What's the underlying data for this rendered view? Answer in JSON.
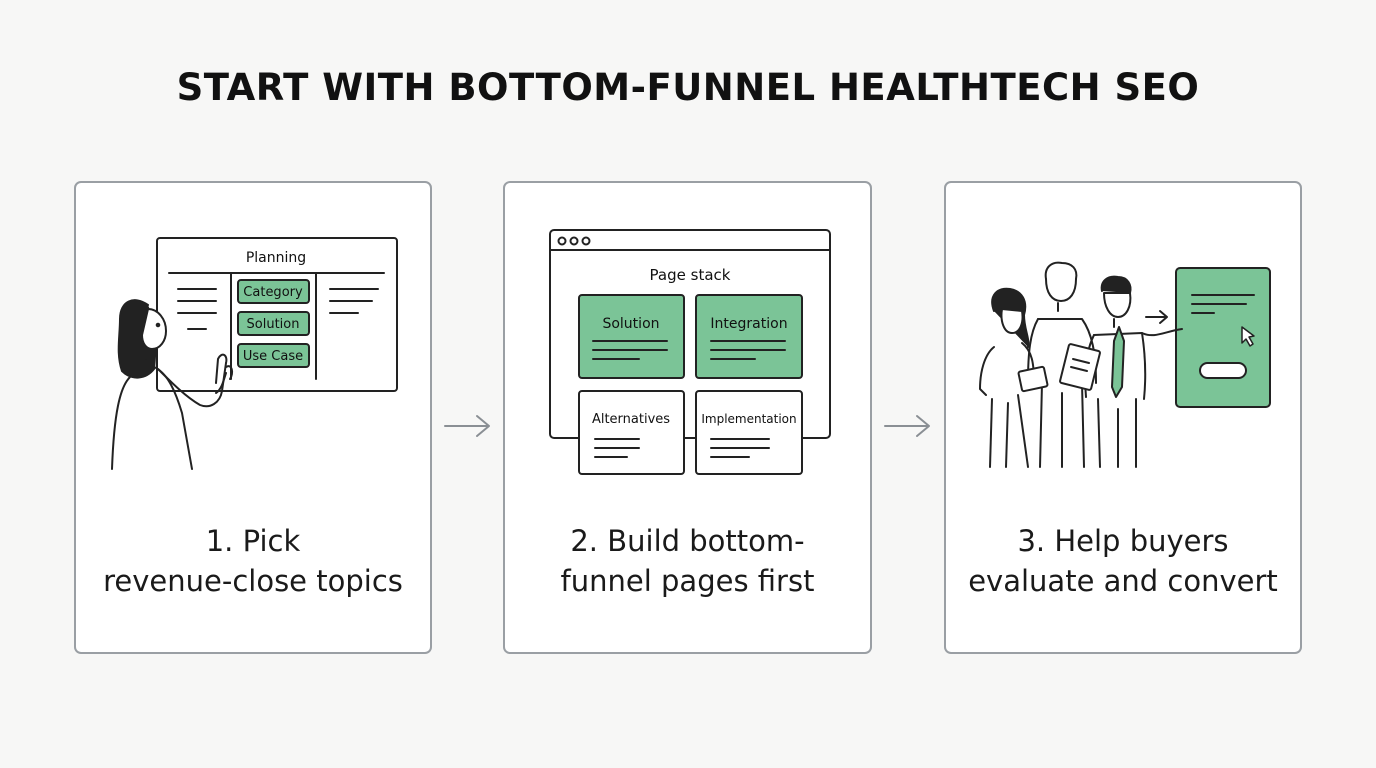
{
  "title": "START WITH BOTTOM-FUNNEL HEALTHTECH SEO",
  "colors": {
    "accent_green": "#7bc497",
    "outline": "#222222",
    "card_border": "#9a9fa4",
    "arrow": "#8a8f94"
  },
  "steps": [
    {
      "caption": "1. Pick\nrevenue-close topics",
      "board_title": "Planning",
      "tags": [
        "Category",
        "Solution",
        "Use Case"
      ],
      "icon": "person-pointing-at-board-icon"
    },
    {
      "caption": "2. Build bottom-\nfunnel pages first",
      "window_title": "Page stack",
      "pages": [
        {
          "label": "Solution",
          "highlight": true
        },
        {
          "label": "Integration",
          "highlight": true
        },
        {
          "label": "Alternatives",
          "highlight": false
        },
        {
          "label": "Implementation",
          "highlight": false
        }
      ],
      "icon": "browser-window-icon"
    },
    {
      "caption": "3. Help buyers\nevaluate and convert",
      "icon": "buyers-group-with-phone-icon"
    }
  ],
  "arrows": [
    "right-arrow-icon",
    "right-arrow-icon"
  ]
}
